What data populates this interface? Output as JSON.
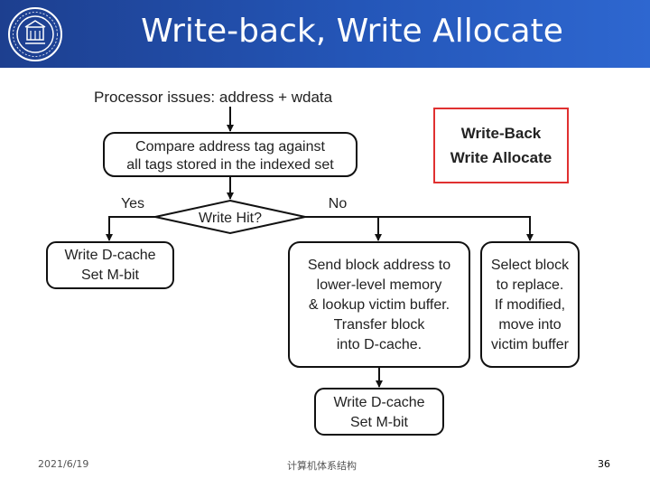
{
  "slide": {
    "title": "Write-back, Write Allocate",
    "footer_date": "2021/6/19",
    "footer_course": "计算机体系结构",
    "page_number": "36"
  },
  "flowchart": {
    "start": "Processor issues: address + wdata",
    "compare": [
      "Compare address tag against",
      "all tags stored in the indexed set"
    ],
    "decision": "Write Hit?",
    "yes_label": "Yes",
    "no_label": "No",
    "hit_action": [
      "Write D-cache",
      "Set M-bit"
    ],
    "miss_fetch": [
      "Send block address to",
      "lower-level memory",
      "& lookup victim buffer.",
      "Transfer block",
      "into D-cache."
    ],
    "miss_victim": [
      "Select block",
      "to replace.",
      "If modified,",
      "move into",
      "victim buffer"
    ],
    "final_action": [
      "Write D-cache",
      "Set M-bit"
    ],
    "policy_label": [
      "Write-Back",
      "Write Allocate"
    ]
  },
  "colors": {
    "header": "#2456b8",
    "policy_border": "#e03030"
  }
}
